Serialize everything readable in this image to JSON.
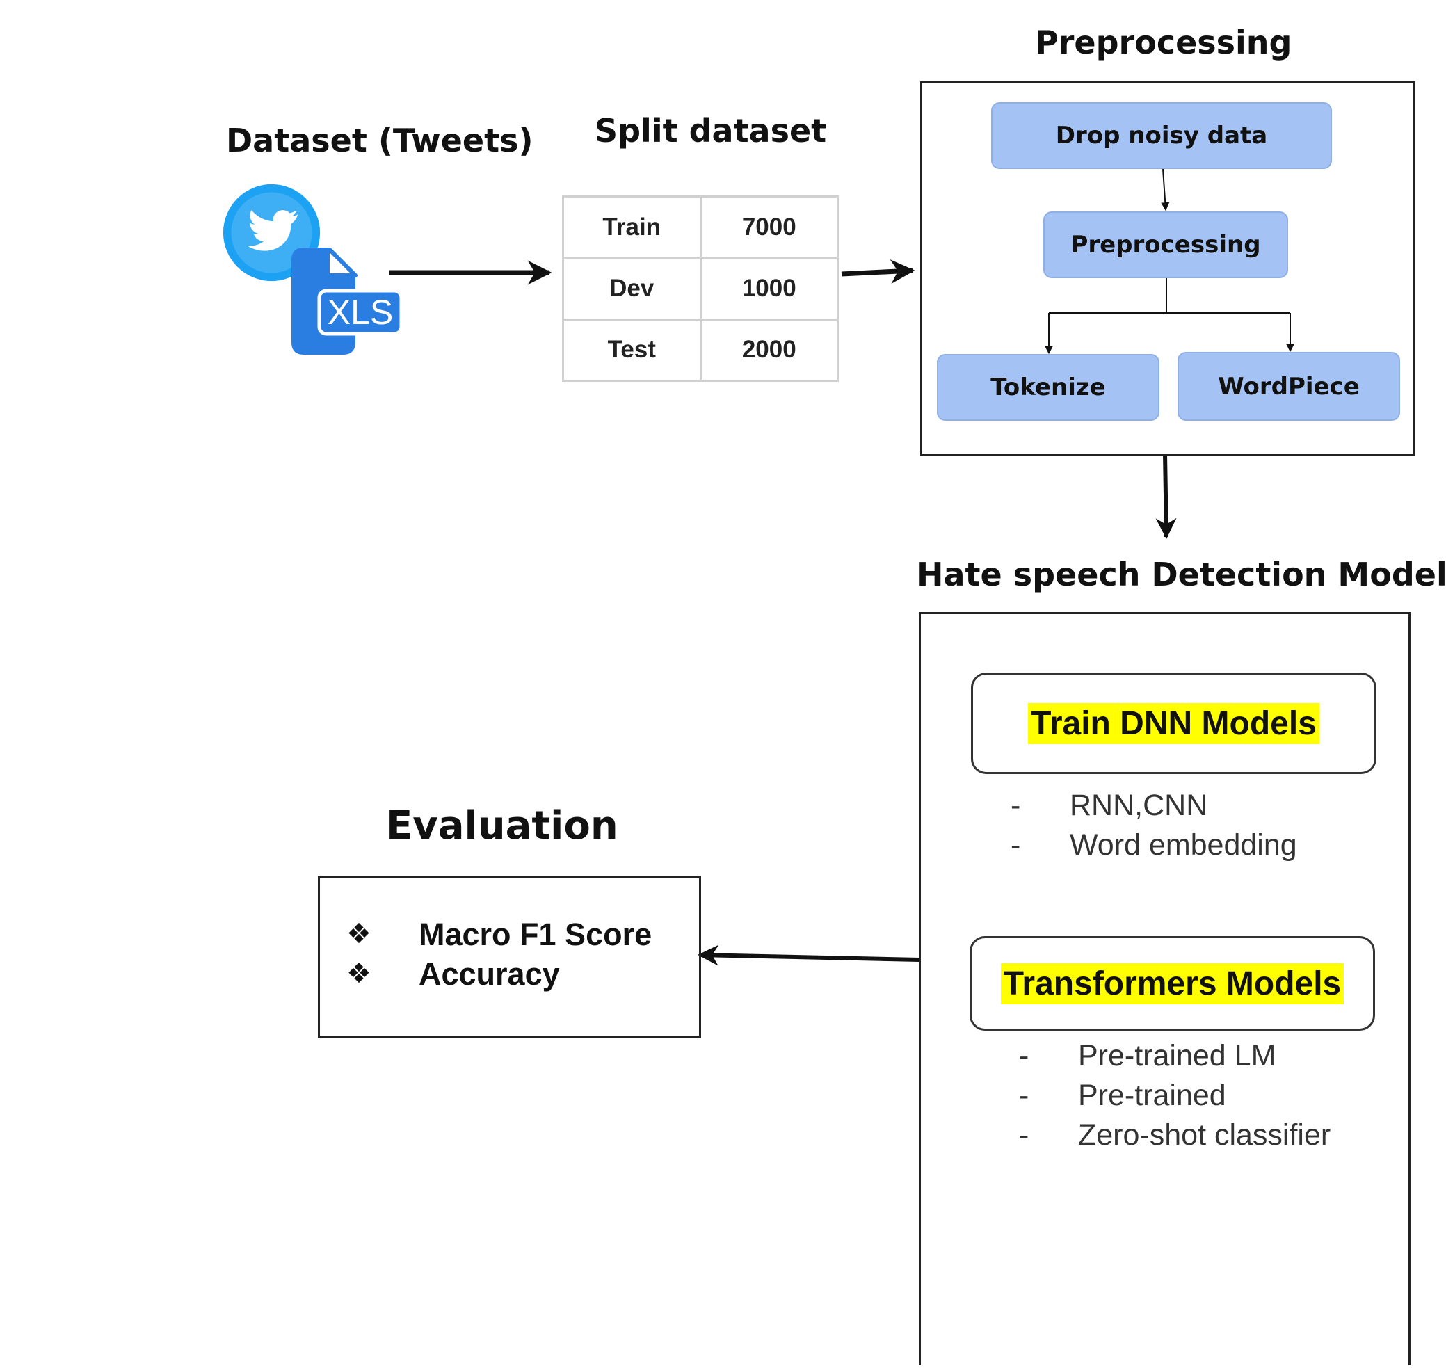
{
  "dataset": {
    "title": "Dataset (Tweets)",
    "file_badge": "XLS"
  },
  "split": {
    "title": "Split dataset",
    "rows": [
      {
        "name": "Train",
        "count": "7000"
      },
      {
        "name": "Dev",
        "count": "1000"
      },
      {
        "name": "Test",
        "count": "2000"
      }
    ]
  },
  "preprocessing": {
    "title": "Preprocessing",
    "steps": {
      "drop": "Drop noisy data",
      "preprocess": "Preprocessing",
      "tokenize": "Tokenize",
      "wordpiece": "WordPiece"
    }
  },
  "models": {
    "title": "Hate speech Detection Models",
    "dnn": {
      "label": "Train DNN Models",
      "items": [
        "RNN,CNN",
        "Word embedding"
      ]
    },
    "transformers": {
      "label": "Transformers Models",
      "items": [
        "Pre-trained LM",
        "Pre-trained",
        "Zero-shot classifier"
      ]
    }
  },
  "evaluation": {
    "title": "Evaluation",
    "metrics": [
      "Macro F1 Score",
      "Accuracy"
    ]
  },
  "colors": {
    "step_fill": "#a4c2f4",
    "highlight": "#ffff00",
    "twitter_blue": "#1da1f2",
    "xls_blue": "#2a7de1"
  }
}
